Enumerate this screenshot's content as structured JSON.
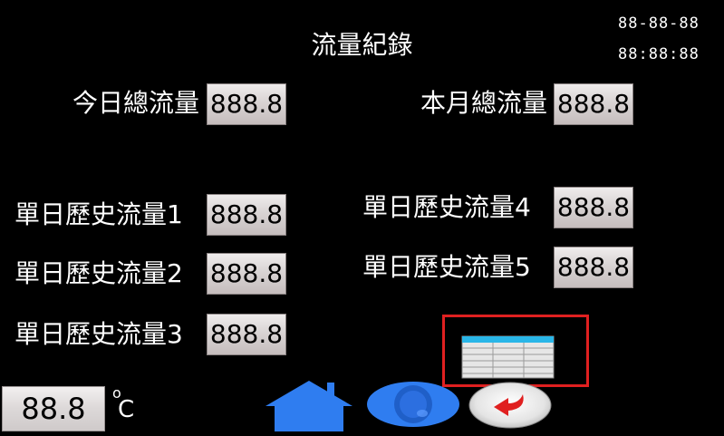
{
  "title": "流量紀錄",
  "clock": {
    "date": "88-88-88",
    "time": "88:88:88"
  },
  "totals": {
    "today_label": "今日總流量",
    "today_value": "888.8",
    "month_label": "本月總流量",
    "month_value": "888.8"
  },
  "history": [
    {
      "label": "單日歷史流量1",
      "value": "888.8"
    },
    {
      "label": "單日歷史流量2",
      "value": "888.8"
    },
    {
      "label": "單日歷史流量3",
      "value": "888.8"
    },
    {
      "label": "單日歷史流量4",
      "value": "888.8"
    },
    {
      "label": "單日歷史流量5",
      "value": "888.8"
    }
  ],
  "temperature": {
    "value": "88.8",
    "degree_symbol": "o",
    "unit": "C"
  },
  "icons": {
    "data_table": "table-icon",
    "home": "home-icon",
    "eye": "eye-icon",
    "back": "back-arrow-icon"
  },
  "colors": {
    "background": "#000000",
    "text": "#ffffff",
    "value_box": "#d9d4d4",
    "highlight": "#e02020",
    "nav_blue": "#2f7df0",
    "table_header": "#29b6e8",
    "back_arrow": "#e02020"
  }
}
